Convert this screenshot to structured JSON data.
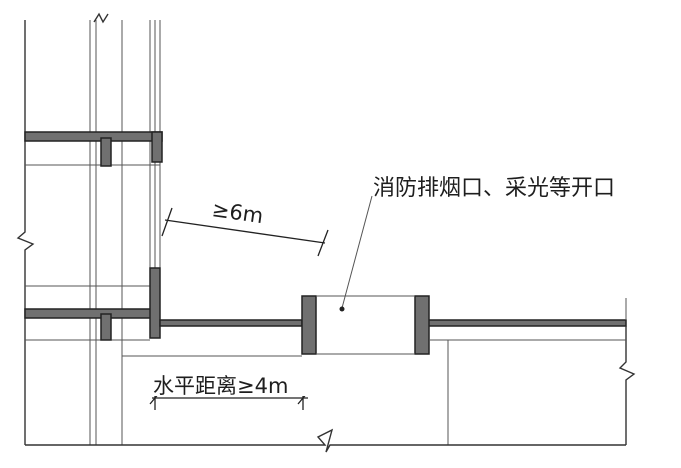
{
  "labels": {
    "opening": "消防排烟口、采光等开口",
    "diagonal_distance": "≥6m",
    "horizontal_distance": "水平距离≥4m"
  },
  "colors": {
    "line": "#333333",
    "fill": "#707070",
    "background": "#ffffff"
  }
}
